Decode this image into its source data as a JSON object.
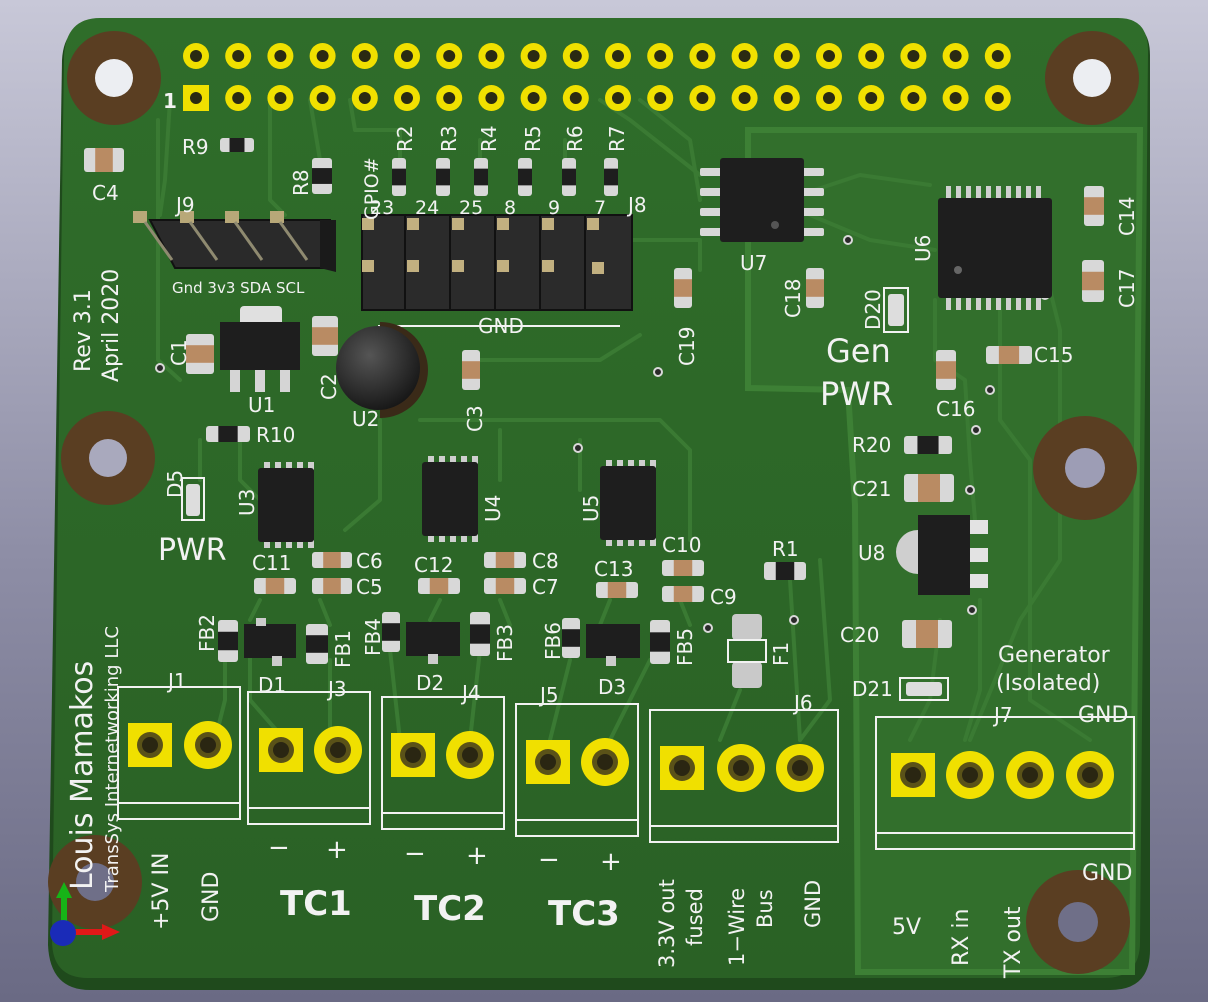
{
  "board": {
    "author": "Louis Mamakos",
    "company": "TransSys Internetworking LLC",
    "rev": "Rev 3.1",
    "date": "April 2020",
    "pin1_label": "1",
    "pwr_label": "PWR",
    "gen_pwr_line1": "Gen",
    "gen_pwr_line2": "PWR",
    "gpio_header": "GPIO#",
    "gpio_numbers": [
      "23",
      "24",
      "25",
      "8",
      "9",
      "7"
    ],
    "gnd_bar_label": "GND",
    "j9_pins": "Gnd 3v3 SDA SCL",
    "generator_line1": "Generator",
    "generator_line2": "(Isolated)"
  },
  "refs": {
    "r9": "R9",
    "r8": "R8",
    "c4": "C4",
    "j9": "J9",
    "j8": "J8",
    "r2": "R2",
    "r3": "R3",
    "r4": "R4",
    "r5": "R5",
    "r6": "R6",
    "r7": "R7",
    "u7": "U7",
    "u6": "U6",
    "c14": "C14",
    "c17": "C17",
    "c18": "C18",
    "c19": "C19",
    "d20": "D20",
    "c15": "C15",
    "c16": "C16",
    "r20": "R20",
    "c21": "C21",
    "u8": "U8",
    "c20": "C20",
    "d21": "D21",
    "c1": "C1",
    "u1": "U1",
    "c2": "C2",
    "u2": "U2",
    "c3": "C3",
    "r10": "R10",
    "d5": "D5",
    "u3": "U3",
    "u4": "U4",
    "u5": "U5",
    "c11": "C11",
    "c6": "C6",
    "c5": "C5",
    "c12": "C12",
    "c8": "C8",
    "c7": "C7",
    "c10": "C10",
    "c13": "C13",
    "c9": "C9",
    "r1": "R1",
    "f1": "F1",
    "fb1": "FB1",
    "fb2": "FB2",
    "fb3": "FB3",
    "fb4": "FB4",
    "fb5": "FB5",
    "fb6": "FB6",
    "d1": "D1",
    "d2": "D2",
    "d3": "D3",
    "j1": "J1",
    "j3": "J3",
    "j4": "J4",
    "j5": "J5",
    "j6": "J6",
    "j7": "J7"
  },
  "connectors": {
    "j1": [
      "+5V IN",
      "GND"
    ],
    "tc1": "TC1",
    "tc2": "TC2",
    "tc3": "TC3",
    "minus": "−",
    "plus": "+",
    "j6_pins": [
      "3.3V out",
      "fused",
      "1−Wire",
      "Bus",
      "GND"
    ],
    "j7_pins": [
      "5V",
      "RX in",
      "TX out"
    ],
    "j7_gnd_top": "GND",
    "j7_gnd_bottom": "GND"
  },
  "colors": {
    "pcb": "#2f6a29",
    "copper": "#3f7f36",
    "pad_gold": "#f0e000",
    "hole_ring": "#5a3e22",
    "silkscreen": "#f2f2f2"
  }
}
